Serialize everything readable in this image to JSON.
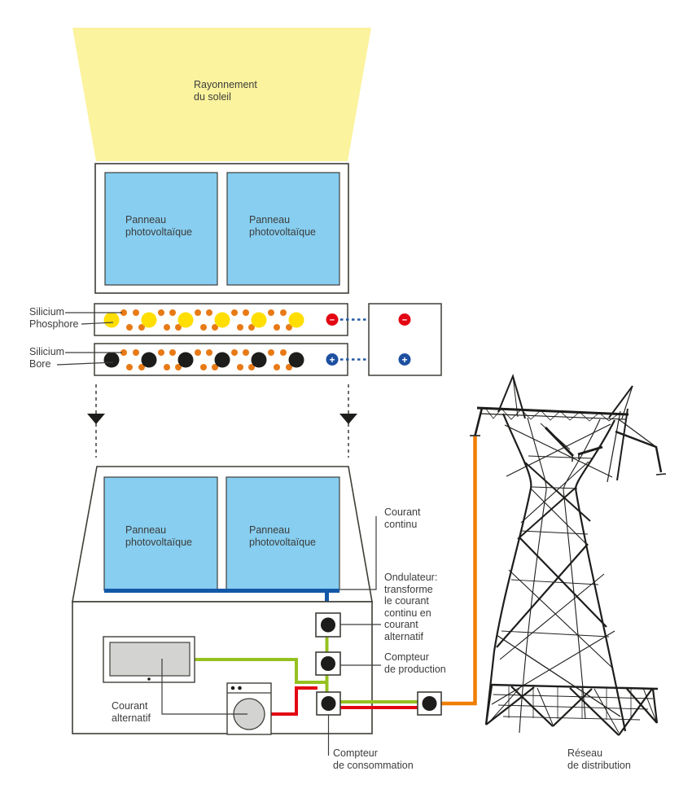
{
  "colors": {
    "sun_beam": "#FBF39D",
    "panel_blue": "#87CEF0",
    "outline_dark": "#3E3E38",
    "text_dark": "#3C3C3B",
    "atom_yellow": "#FFDE00",
    "atom_orange": "#E87A16",
    "atom_black": "#1D1D1B",
    "electron_red": "#E30613",
    "hole_blue": "#1D4FA1",
    "wire_dc_blue": "#1358A7",
    "wire_ac_green": "#95C11F",
    "wire_red": "#E30613",
    "wire_orange": "#F07E00",
    "appliance_gray": "#D3D3D1"
  },
  "sun": {
    "label": "Rayonnement\ndu soleil"
  },
  "top_assembly": {
    "panel_left_label": "Panneau\nphotovoltaïque",
    "panel_right_label": "Panneau\nphotovoltaïque"
  },
  "semiconductor": {
    "phosphorus_layer": {
      "line1": "Silicium",
      "line2": "Phosphore",
      "charge_symbol": "−"
    },
    "boron_layer": {
      "line1": "Silicium",
      "line2": "Bore",
      "charge_symbol": "+"
    }
  },
  "house": {
    "panel_left_label": "Panneau\nphotovoltaïque",
    "panel_right_label": "Panneau\nphotovoltaïque",
    "dc_label": "Courant\ncontinu",
    "inverter_label": "Ondulateur:\ntransforme\nle courant\ncontinu en\ncourant\nalternatif",
    "production_meter_label": "Compteur\nde production",
    "ac_label": "Courant\nalternatif",
    "consumption_meter_label": "Compteur\nde consommation"
  },
  "grid": {
    "label": "Réseau\nde distribution"
  }
}
